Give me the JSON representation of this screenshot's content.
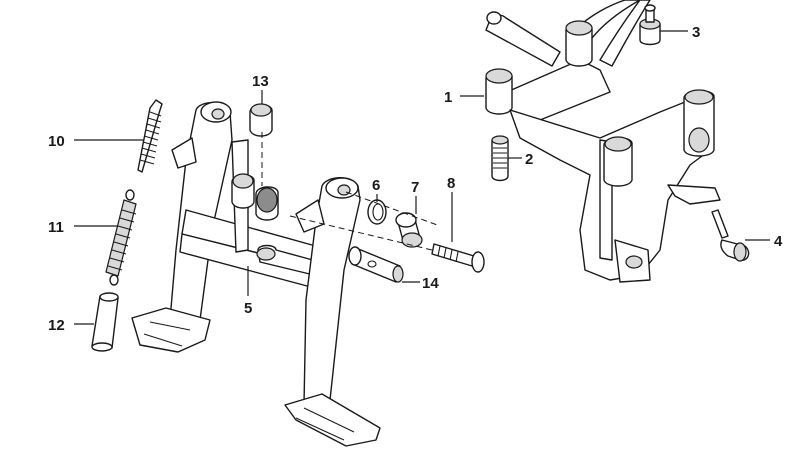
{
  "callouts": {
    "c1": "1",
    "c2": "2",
    "c3": "3",
    "c4": "4",
    "c5": "5",
    "c6": "6",
    "c7": "7",
    "c8": "8",
    "c10": "10",
    "c11": "11",
    "c12": "12",
    "c13": "13",
    "c14": "14"
  }
}
